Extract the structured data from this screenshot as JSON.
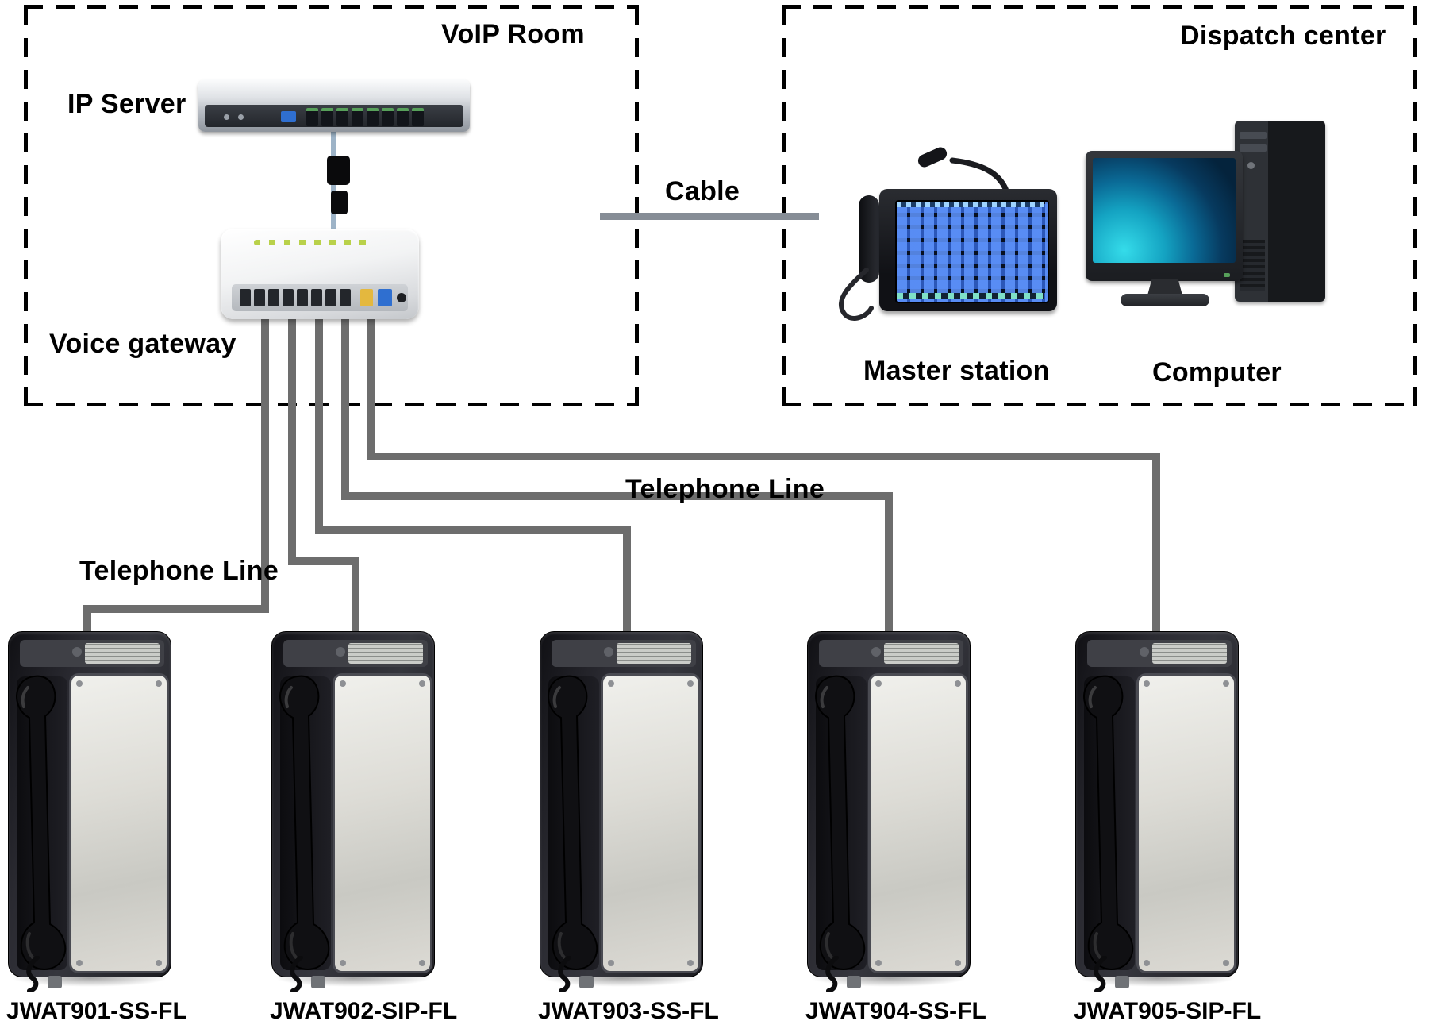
{
  "diagram": {
    "left_box": {
      "title": "VoIP Room"
    },
    "right_box": {
      "title": "Dispatch center"
    },
    "labels": {
      "ip_server": "IP Server",
      "voice_gateway": "Voice gateway",
      "cable": "Cable",
      "master_station": "Master station",
      "computer": "Computer",
      "telephone_line_1": "Telephone Line",
      "telephone_line_2": "Telephone Line"
    },
    "phones": [
      {
        "model": "JWAT901-SS-FL"
      },
      {
        "model": "JWAT902-SIP-FL"
      },
      {
        "model": "JWAT903-SS-FL"
      },
      {
        "model": "JWAT904-SS-FL"
      },
      {
        "model": "JWAT905-SIP-FL"
      }
    ],
    "colors": {
      "telephone_line_gray": "#6d6d6d",
      "cable_gray": "#868d96",
      "uplink_blue": "#9db3c7",
      "led_green": "#b9d14a",
      "screen_teal": "#14a3c2"
    }
  }
}
